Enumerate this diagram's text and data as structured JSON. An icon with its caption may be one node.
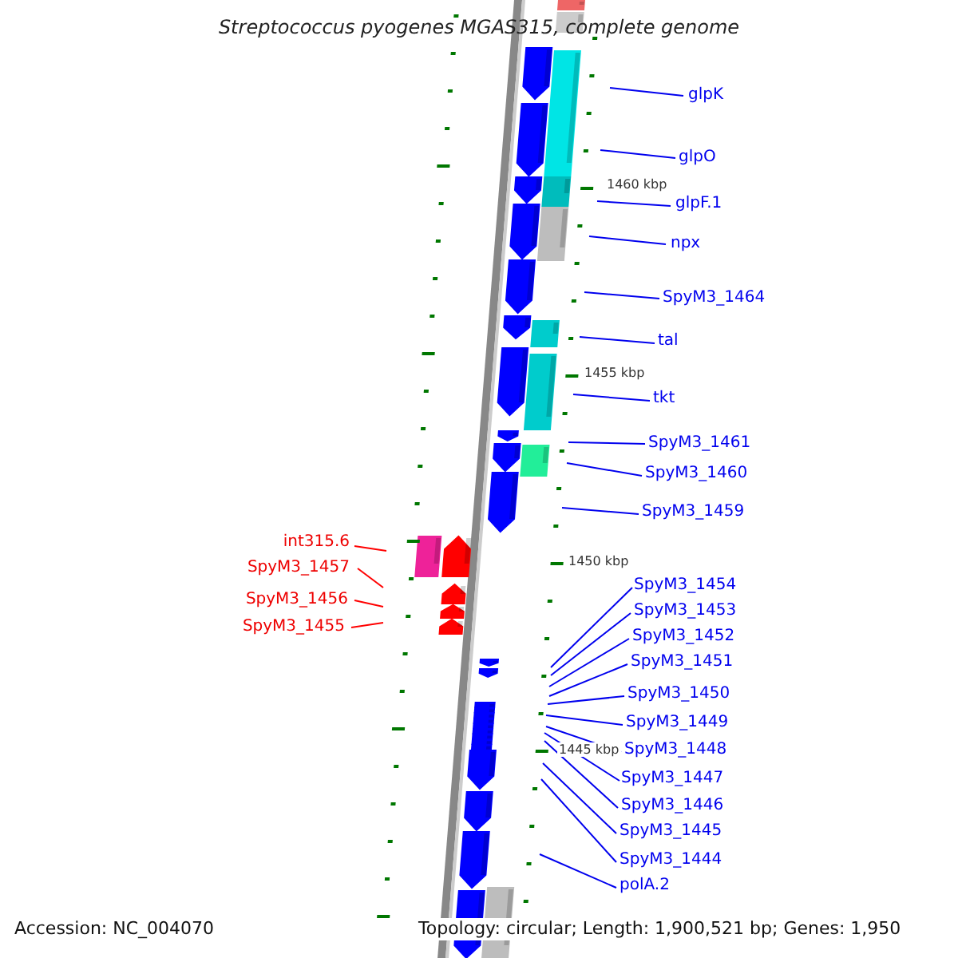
{
  "diagram": {
    "title": "Streptococcus pyogenes MGAS315, complete genome",
    "nodes": [
      {
        "text": [
          "glpK"
        ]
      },
      {
        "text": [
          "glpO"
        ]
      },
      {
        "text": [
          "glpF.1"
        ]
      },
      {
        "text": [
          "npx"
        ]
      },
      {
        "text": [
          "SpyM3_1464"
        ]
      },
      {
        "text": [
          "tal"
        ]
      },
      {
        "text": [
          "tkt"
        ]
      },
      {
        "text": [
          "SpyM3_1461"
        ]
      },
      {
        "text": [
          "SpyM3_1460"
        ]
      },
      {
        "text": [
          "SpyM3_1459"
        ]
      },
      {
        "text": [
          "int315.6"
        ]
      },
      {
        "text": [
          "SpyM3_1457"
        ]
      },
      {
        "text": [
          "SpyM3_1456"
        ]
      },
      {
        "text": [
          "SpyM3_1455"
        ]
      },
      {
        "text": [
          "SpyM3_1454"
        ]
      },
      {
        "text": [
          "SpyM3_1453"
        ]
      },
      {
        "text": [
          "SpyM3_1452"
        ]
      },
      {
        "text": [
          "SpyM3_1451"
        ]
      },
      {
        "text": [
          "SpyM3_1450"
        ]
      },
      {
        "text": [
          "SpyM3_1449"
        ]
      },
      {
        "text": [
          "SpyM3_1448"
        ]
      },
      {
        "text": [
          "SpyM3_1447"
        ]
      },
      {
        "text": [
          "SpyM3_1446"
        ]
      },
      {
        "text": [
          "SpyM3_1445"
        ]
      },
      {
        "text": [
          "SpyM3_1444"
        ]
      },
      {
        "text": [
          "polA.2"
        ]
      }
    ],
    "edges": [
      {
        "from": 0,
        "to": null,
        "arrow": "none"
      },
      {
        "from": 1,
        "to": null,
        "arrow": "none"
      },
      {
        "from": 2,
        "to": null,
        "arrow": "none"
      },
      {
        "from": 3,
        "to": null,
        "arrow": "none"
      },
      {
        "from": 4,
        "to": null,
        "arrow": "none"
      },
      {
        "from": 5,
        "to": null,
        "arrow": "none"
      },
      {
        "from": 6,
        "to": null,
        "arrow": "none"
      },
      {
        "from": 7,
        "to": null,
        "arrow": "none"
      },
      {
        "from": 8,
        "to": null,
        "arrow": "none"
      },
      {
        "from": 9,
        "to": null,
        "arrow": "none"
      },
      {
        "from": 10,
        "to": null,
        "arrow": "none",
        "color": "#ff0000"
      },
      {
        "from": 11,
        "to": null,
        "arrow": "none",
        "color": "#ff0000"
      },
      {
        "from": 12,
        "to": null,
        "arrow": "none",
        "color": "#ff0000"
      },
      {
        "from": 13,
        "to": null,
        "arrow": "none",
        "color": "#ff0000"
      },
      {
        "from": 14,
        "to": null,
        "arrow": "none"
      },
      {
        "from": 15,
        "to": null,
        "arrow": "none"
      },
      {
        "from": 16,
        "to": null,
        "arrow": "none"
      },
      {
        "from": 17,
        "to": null,
        "arrow": "none"
      },
      {
        "from": 18,
        "to": null,
        "arrow": "none"
      },
      {
        "from": 19,
        "to": null,
        "arrow": "none"
      },
      {
        "from": 20,
        "to": null,
        "arrow": "none"
      },
      {
        "from": 21,
        "to": null,
        "arrow": "none"
      },
      {
        "from": 22,
        "to": null,
        "arrow": "none"
      },
      {
        "from": 23,
        "to": null,
        "arrow": "none"
      },
      {
        "from": 24,
        "to": null,
        "arrow": "none"
      },
      {
        "from": 25,
        "to": null,
        "arrow": "none"
      }
    ],
    "labels": [
      "1460 kbp",
      "1455 kbp",
      "1450 kbp",
      "1445 kbp",
      "Accession: NC_004070",
      "Topology: circular; Length: 1,900,521 bp; Genes: 1,950"
    ]
  }
}
